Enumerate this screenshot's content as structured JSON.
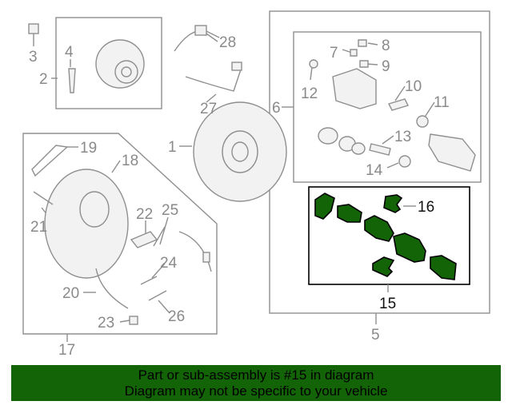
{
  "diagram": {
    "callouts": {
      "c1": "1",
      "c2": "2",
      "c3": "3",
      "c4": "4",
      "c5": "5",
      "c6": "6",
      "c7": "7",
      "c8": "8",
      "c9": "9",
      "c10": "10",
      "c11": "11",
      "c12": "12",
      "c13": "13",
      "c14": "14",
      "c15": "15",
      "c16": "16",
      "c17": "17",
      "c18": "18",
      "c19": "19",
      "c20": "20",
      "c21": "21",
      "c22": "22",
      "c23": "23",
      "c24": "24",
      "c25": "25",
      "c26": "26",
      "c27": "27",
      "c28": "28"
    },
    "highlight_part": "15",
    "highlight_color": "#136307",
    "line_color": "#8f8f8f"
  },
  "banner": {
    "line1": "Part or sub-assembly is #15 in diagram",
    "line2": "Diagram may not be specific to your vehicle",
    "background": "#136307"
  }
}
